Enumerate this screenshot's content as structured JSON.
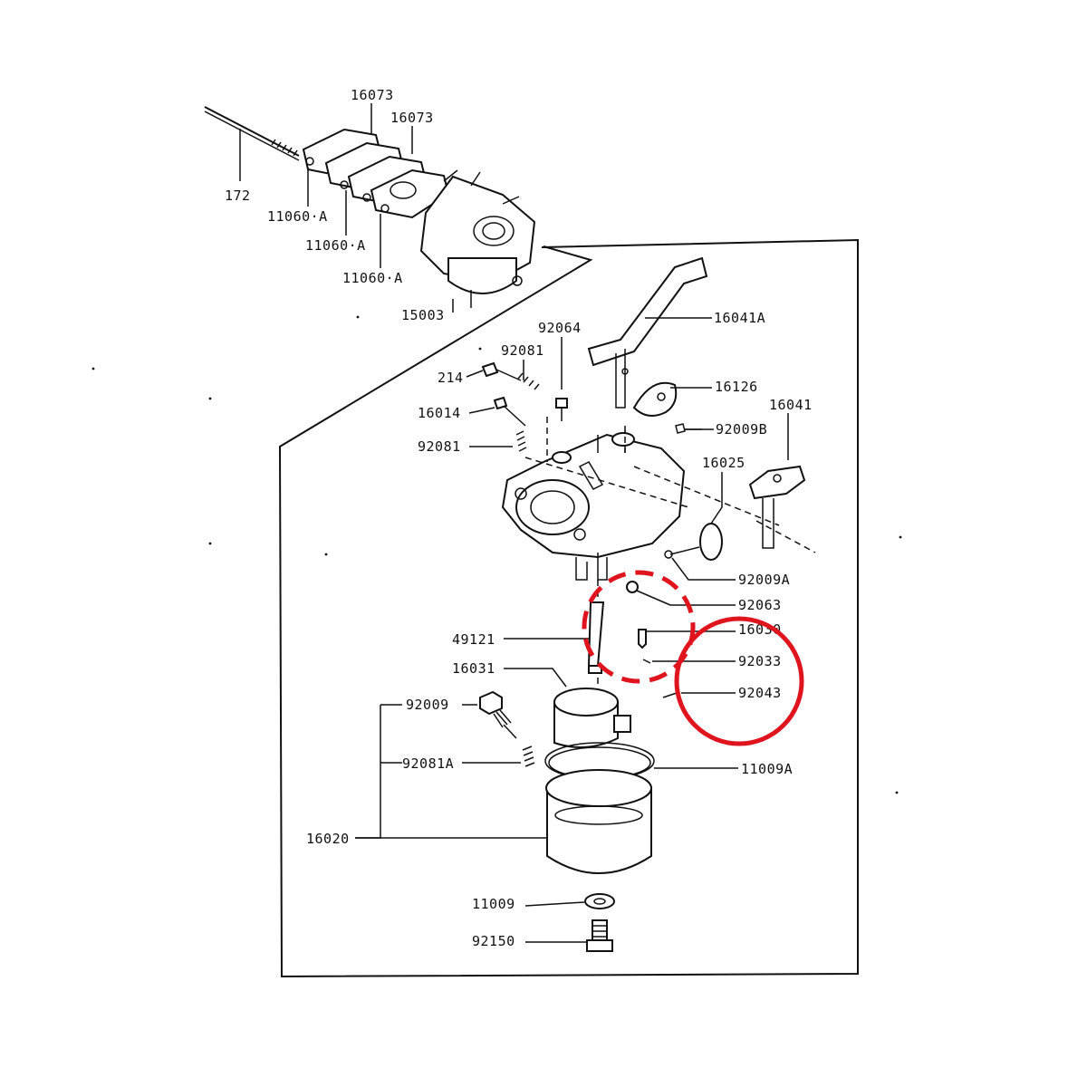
{
  "diagram": {
    "colors": {
      "ink": "#111111",
      "highlight": "#e0141e",
      "background": "#ffffff"
    },
    "labels": {
      "p16073a": "16073",
      "p16073b": "16073",
      "p172": "172",
      "p11060a1": "11060·A",
      "p11060a2": "11060·A",
      "p11060a3": "11060·A",
      "p15003": "15003",
      "p16041a": "16041A",
      "p92064": "92064",
      "p92081": "92081",
      "p214": "214",
      "p16126": "16126",
      "p16014": "16014",
      "p92009b": "92009B",
      "p16041": "16041",
      "p92081b": "92081",
      "p16025": "16025",
      "p92009a": "92009A",
      "p92063": "92063",
      "p16030": "16030",
      "p49121": "49121",
      "p92033": "92033",
      "p16031": "16031",
      "p92043": "92043",
      "p92009": "92009",
      "p92081a": "92081A",
      "p11009a": "11009A",
      "p16020": "16020",
      "p11009": "11009",
      "p92150": "92150"
    },
    "highlights": {
      "dashed_circle_icon": "dashed-red-circle",
      "solid_circle_icon": "solid-red-circle"
    }
  }
}
